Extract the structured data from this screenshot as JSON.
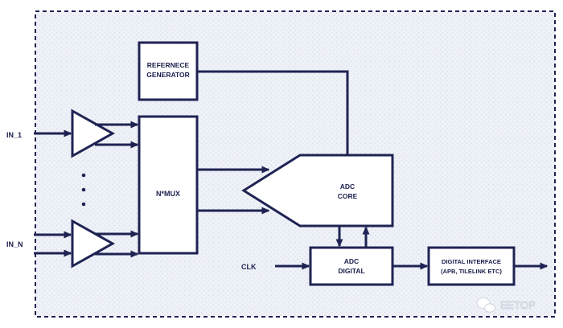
{
  "colors": {
    "ink": "#1f2353",
    "panel": "#eef1f7",
    "border": "#1f2353",
    "watermark": "#ffffff"
  },
  "blocks": {
    "reference_generator": [
      "REFERNECE",
      "GENERATOR"
    ],
    "mux": "N*MUX",
    "adc_core": [
      "ADC",
      "CORE"
    ],
    "adc_digital": [
      "ADC",
      "DIGITAL"
    ],
    "digital_interface": [
      "DIGITAL INTERFACE",
      "(APB, TILELINK ETC)"
    ]
  },
  "ports": {
    "in_1": "IN_1",
    "in_n": "IN_N",
    "clk": "CLK"
  },
  "watermark": {
    "text": "EETOP",
    "icon": "wechat-icon"
  }
}
